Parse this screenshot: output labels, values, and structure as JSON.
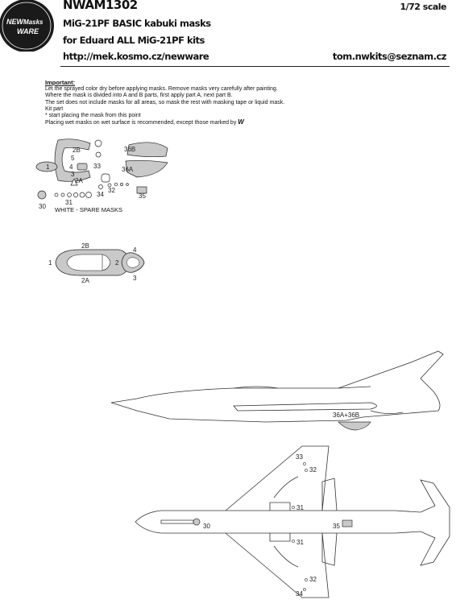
{
  "header": {
    "product_code": "NWAM1302",
    "scale": "1/72 scale",
    "title_line_1": "MiG-21PF BASIC kabuki masks",
    "title_line_2": "for Eduard ALL  MiG-21PF kits",
    "website": "http://mek.kosmo.cz/newware",
    "email": "tom.nwkits@seznam.cz",
    "logo": {
      "line1": "NEW",
      "line2": "Masks",
      "line3": "WARE"
    }
  },
  "instructions": {
    "heading": "Important:",
    "lines": [
      "Let the sprayed color dry before applying masks. Remove masks very carefully after painting.",
      "Where the mask is divided into A and B parts, first apply part A, next part B.",
      "The set does not include masks for all areas, so mask the rest with masking tape or liquid mask.",
      "Kit part",
      "* start placing the mask from this point",
      "Placing wet masks on wet surface is recommended, except those marked by"
    ]
  },
  "mask_sheet": {
    "labels": [
      "2B",
      "5",
      "1",
      "4",
      "3",
      "2A",
      "33",
      "36B",
      "36A",
      "32",
      "34",
      "35",
      "30",
      "31"
    ],
    "legend": "WHITE - SPARE MASKS"
  },
  "canopy_diagram": {
    "left": {
      "top": "2B",
      "left": "1",
      "bottom": "2A"
    },
    "right": {
      "left": "2",
      "top": "4",
      "bottom": "3"
    }
  },
  "side_view": {
    "label": "36A+36B"
  },
  "top_view": {
    "labels": [
      "33",
      "32",
      "31",
      "30",
      "31",
      "35",
      "32",
      "34"
    ]
  },
  "colors": {
    "mask_fill": "#c9c9c9",
    "line": "#222222"
  }
}
